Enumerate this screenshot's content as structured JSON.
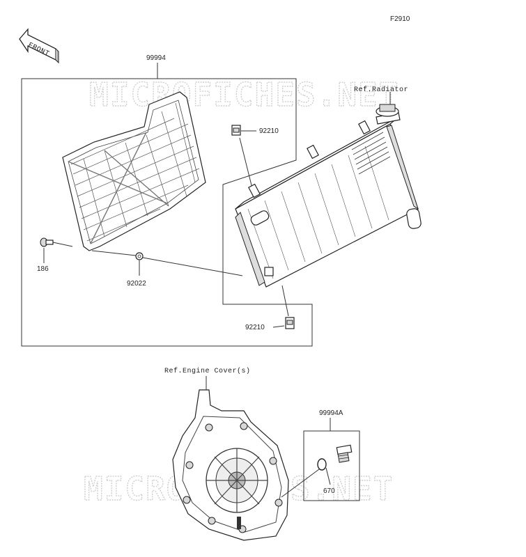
{
  "figure_code": "F2910",
  "front_arrow_label": "FRONT",
  "watermark": "MICROFICHES.NET",
  "callouts": {
    "kit_99994": "99994",
    "clip_top": "92210",
    "clip_bottom": "92210",
    "bolt": "186",
    "washer": "92022",
    "ref_radiator": "Ref.Radiator",
    "ref_engine_cover": "Ref.Engine Cover(s)",
    "kit_99994a": "99994A",
    "oring": "670"
  }
}
